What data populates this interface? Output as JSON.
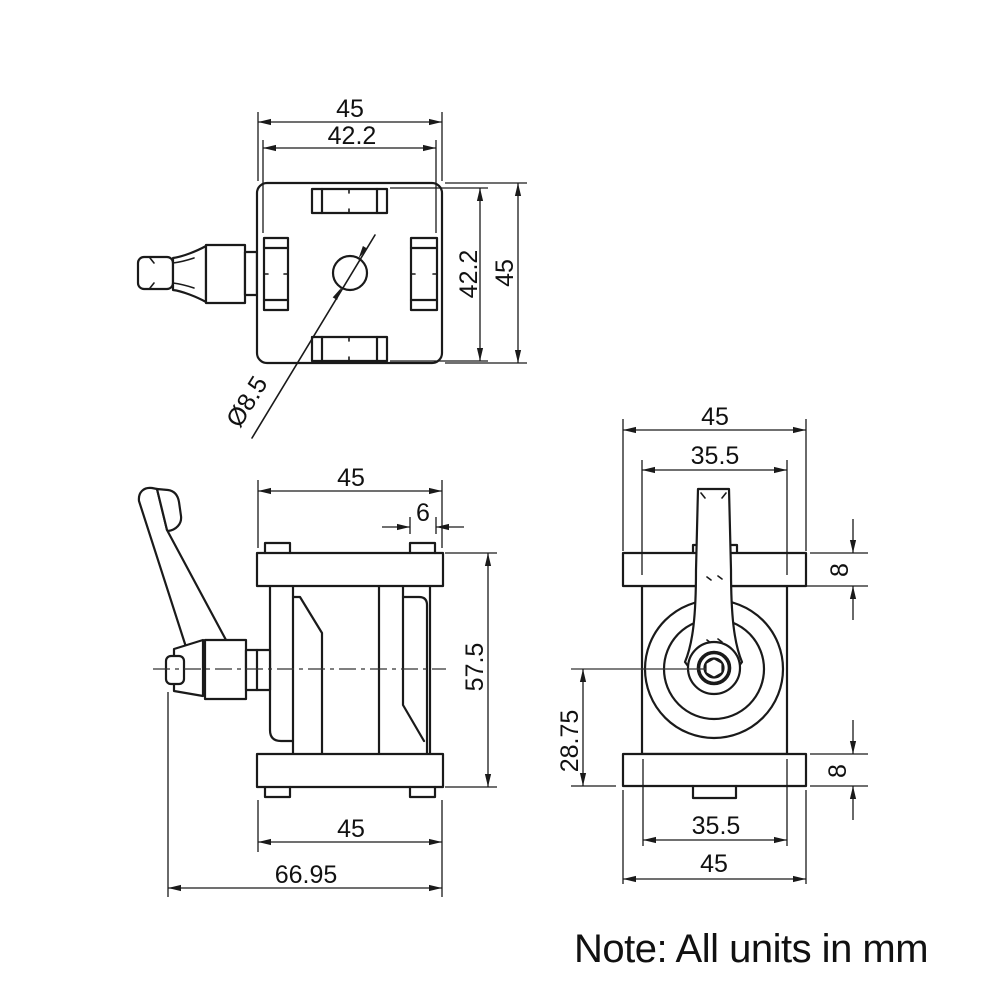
{
  "note": "Note: All units in mm",
  "units": "mm",
  "colors": {
    "line": "#1a1a1a",
    "background": "#ffffff",
    "thin_line": "#333333"
  },
  "views": {
    "top_view": {
      "dims": {
        "overall_width": "45",
        "inner_width": "42.2",
        "inner_height": "42.2",
        "overall_height": "45",
        "hole_diameter": "Ø8.5"
      }
    },
    "front_view": {
      "dims": {
        "width": "45",
        "tab_width": "6",
        "height": "57.5",
        "base_width": "45",
        "overall_length": "66.95"
      }
    },
    "side_view": {
      "dims": {
        "top_width": "45",
        "top_inner_width": "35.5",
        "top_flange_thickness": "8",
        "pivot_height": "28.75",
        "bottom_flange_thickness": "8",
        "bottom_inner_width": "35.5",
        "bottom_width": "45"
      }
    }
  }
}
